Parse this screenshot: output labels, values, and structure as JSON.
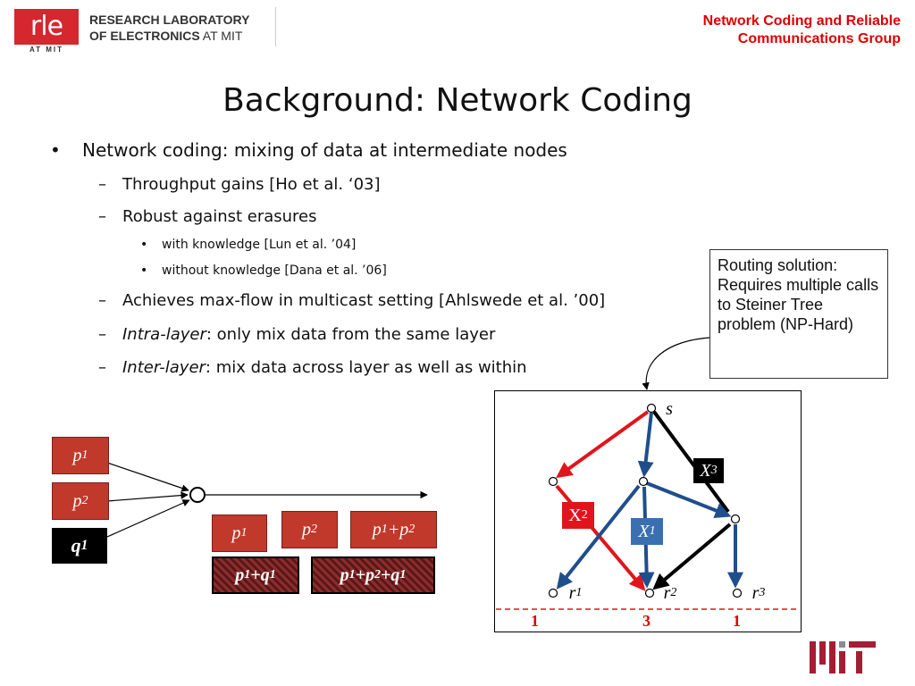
{
  "header": {
    "logo_mark": "rle",
    "logo_sub": "AT MIT",
    "lab_line1": "RESEARCH LABORATORY",
    "lab_line2_bold": "OF ELECTRONICS",
    "lab_line2_rest": " AT MIT",
    "group_line1": "Network Coding and Reliable",
    "group_line2": "Communications Group"
  },
  "title": "Background: Network Coding",
  "bullets": {
    "b1": "Network coding: mixing of data at intermediate nodes",
    "b1a": "Throughput gains [Ho et al. ‘03]",
    "b1b": "Robust against erasures",
    "b1b1": "with knowledge [Lun et al. ’04]",
    "b1b2": "without knowledge [Dana et al. ’06]",
    "b1c": "Achieves max-flow in multicast setting [Ahlswede et al. ’00]",
    "b1d_em": "Intra-layer",
    "b1d_rest": ": only mix data from the same layer",
    "b1e_em": "Inter-layer",
    "b1e_rest": ": mix data across layer as well as within"
  },
  "callout": "Routing solution: Requires multiple calls to Steiner Tree problem (NP-Hard)",
  "left_diagram": {
    "p": "p",
    "q": "q",
    "s1": "1",
    "s2": "2",
    "plus": " + "
  },
  "network": {
    "source": "s",
    "r": "r",
    "x": "X",
    "rates": [
      "1",
      "3",
      "1"
    ]
  },
  "colors": {
    "red": "#e0151b",
    "blue": "#1f4e8c",
    "accent": "#d00000"
  }
}
